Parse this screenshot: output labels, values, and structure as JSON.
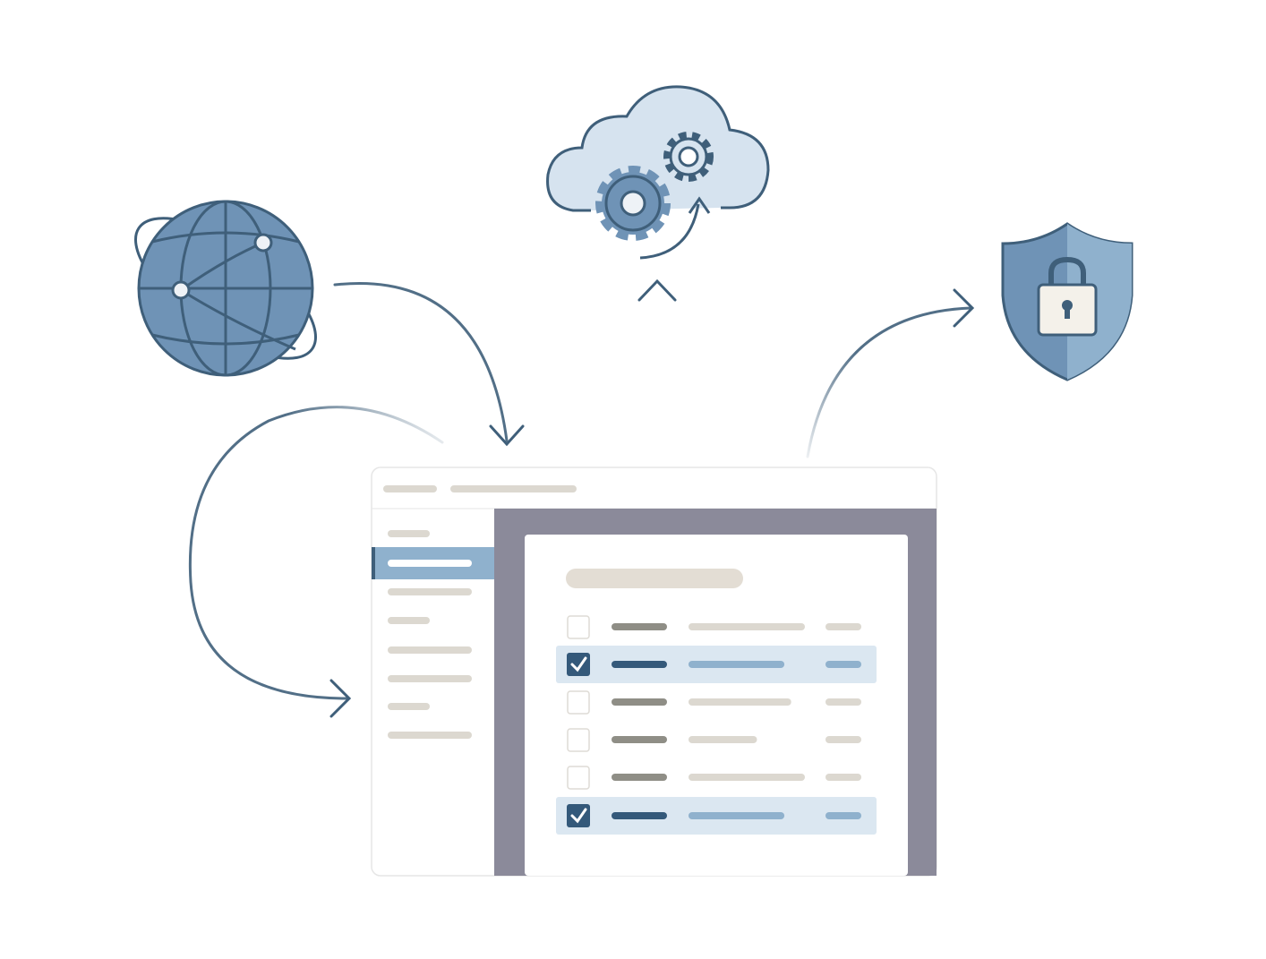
{
  "colors": {
    "stroke": "#3f5f7a",
    "icon_fill": "#6f93b6",
    "icon_light": "#d6e3ef",
    "panel": "#8b8a9a",
    "placeholder": "#dcd8d0",
    "placeholder_dark": "#8f8e86",
    "selected_row": "#dbe7f1",
    "selected_bar_dark": "#34597a",
    "selected_bar_light": "#8fb1cd",
    "sidebar_active": "#8fb1cd"
  },
  "icons": [
    "globe-icon",
    "cloud-gears-icon",
    "shield-lock-icon"
  ],
  "sidebar": {
    "active_index": 1,
    "items": [
      {
        "width": 0.35
      },
      {
        "width": 0.7
      },
      {
        "width": 0.7
      },
      {
        "width": 0.35
      },
      {
        "width": 0.7
      },
      {
        "width": 0.7
      },
      {
        "width": 0.35
      },
      {
        "width": 0.7
      }
    ]
  },
  "table": {
    "rows": [
      {
        "checked": false,
        "mid_width": 0.85
      },
      {
        "checked": true,
        "mid_width": 0.7
      },
      {
        "checked": false,
        "mid_width": 0.75
      },
      {
        "checked": false,
        "mid_width": 0.5
      },
      {
        "checked": false,
        "mid_width": 0.85
      },
      {
        "checked": true,
        "mid_width": 0.7
      }
    ]
  }
}
